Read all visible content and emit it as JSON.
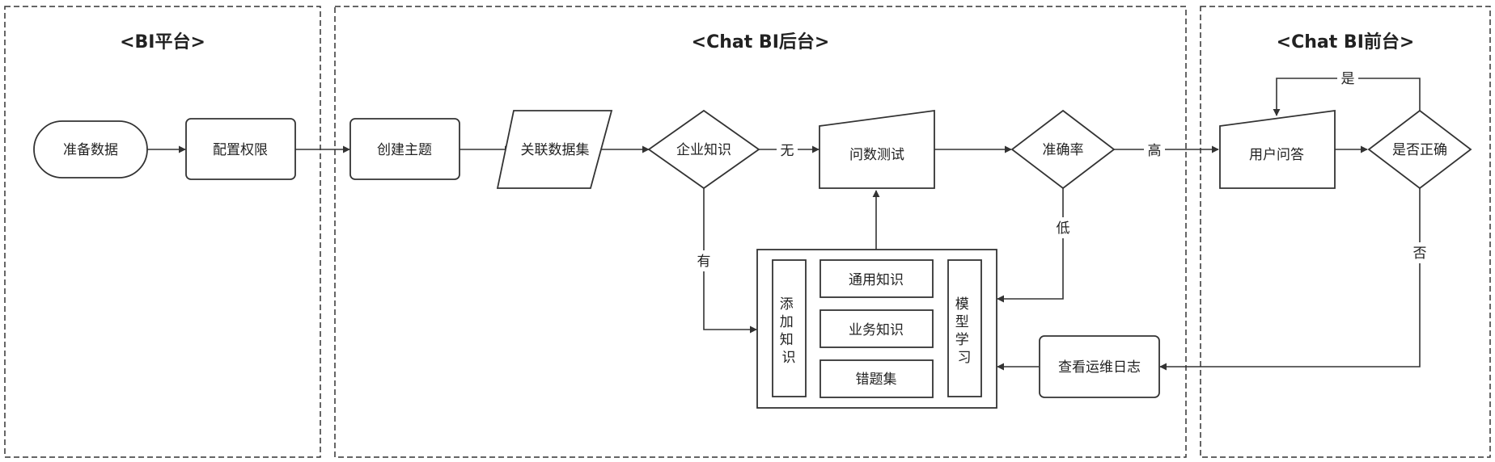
{
  "lanes": {
    "bi_platform": "<BI平台>",
    "chatbi_backend": "<Chat BI后台>",
    "chatbi_frontend": "<Chat BI前台>"
  },
  "nodes": {
    "prepare_data": "准备数据",
    "config_permission": "配置权限",
    "create_topic": "创建主题",
    "link_dataset": "关联数据集",
    "enterprise_knowledge": "企业知识",
    "question_test": "问数测试",
    "accuracy": "准确率",
    "user_qa": "用户问答",
    "is_correct": "是否正确",
    "add_knowledge": "添加知识",
    "general_knowledge": "通用知识",
    "business_knowledge": "业务知识",
    "wrong_questions": "错题集",
    "model_learning": "模型学习",
    "view_ops_log": "查看运维日志"
  },
  "edge_labels": {
    "no": "无",
    "has": "有",
    "high": "高",
    "low": "低",
    "yes": "是",
    "not": "否"
  }
}
